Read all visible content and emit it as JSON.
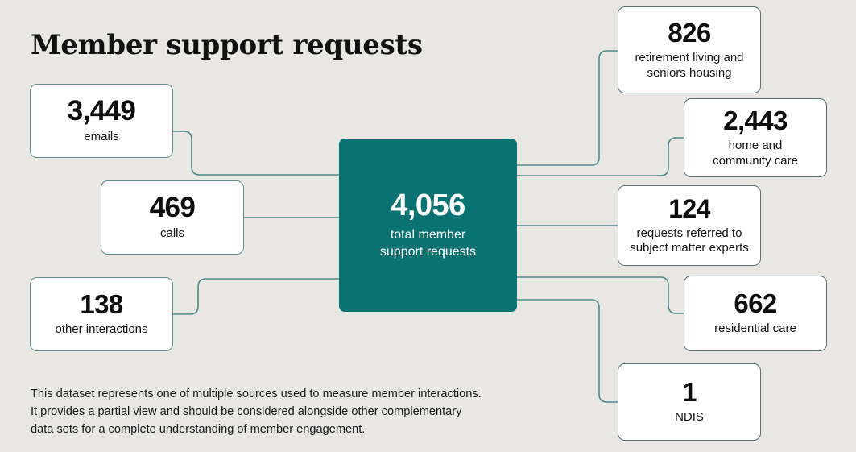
{
  "page": {
    "title": "Member support requests",
    "background_color": "#e8e7e4",
    "accent_color": "#0a7372",
    "card_border_color": "#5d8e8d",
    "card_border_color_alt": "#5c6f74"
  },
  "center": {
    "value": "4,056",
    "label_line1": "total member",
    "label_line2": "support requests"
  },
  "inputs": [
    {
      "value": "3,449",
      "label": "emails"
    },
    {
      "value": "469",
      "label": "calls"
    },
    {
      "value": "138",
      "label": "other interactions"
    }
  ],
  "outputs": [
    {
      "value": "826",
      "label_line1": "retirement living and",
      "label_line2": "seniors housing"
    },
    {
      "value": "2,443",
      "label_line1": "home and",
      "label_line2": "community care"
    },
    {
      "value": "124",
      "label_line1": "requests referred to",
      "label_line2": "subject matter experts"
    },
    {
      "value": "662",
      "label_line1": "residential care",
      "label_line2": ""
    },
    {
      "value": "1",
      "label_line1": "NDIS",
      "label_line2": ""
    }
  ],
  "footnote": {
    "line1": "This dataset represents one of multiple sources used to measure member interactions.",
    "line2": "It provides a partial view and should be considered alongside other complementary",
    "line3": "data sets for a complete understanding of member engagement."
  },
  "chart_data": {
    "type": "diagram",
    "title": "Member support requests",
    "total": 4056,
    "inputs": [
      {
        "name": "emails",
        "value": 3449
      },
      {
        "name": "calls",
        "value": 469
      },
      {
        "name": "other interactions",
        "value": 138
      }
    ],
    "outputs": [
      {
        "name": "retirement living and seniors housing",
        "value": 826
      },
      {
        "name": "home and community care",
        "value": 2443
      },
      {
        "name": "requests referred to subject matter experts",
        "value": 124
      },
      {
        "name": "residential care",
        "value": 662
      },
      {
        "name": "NDIS",
        "value": 1
      }
    ]
  }
}
